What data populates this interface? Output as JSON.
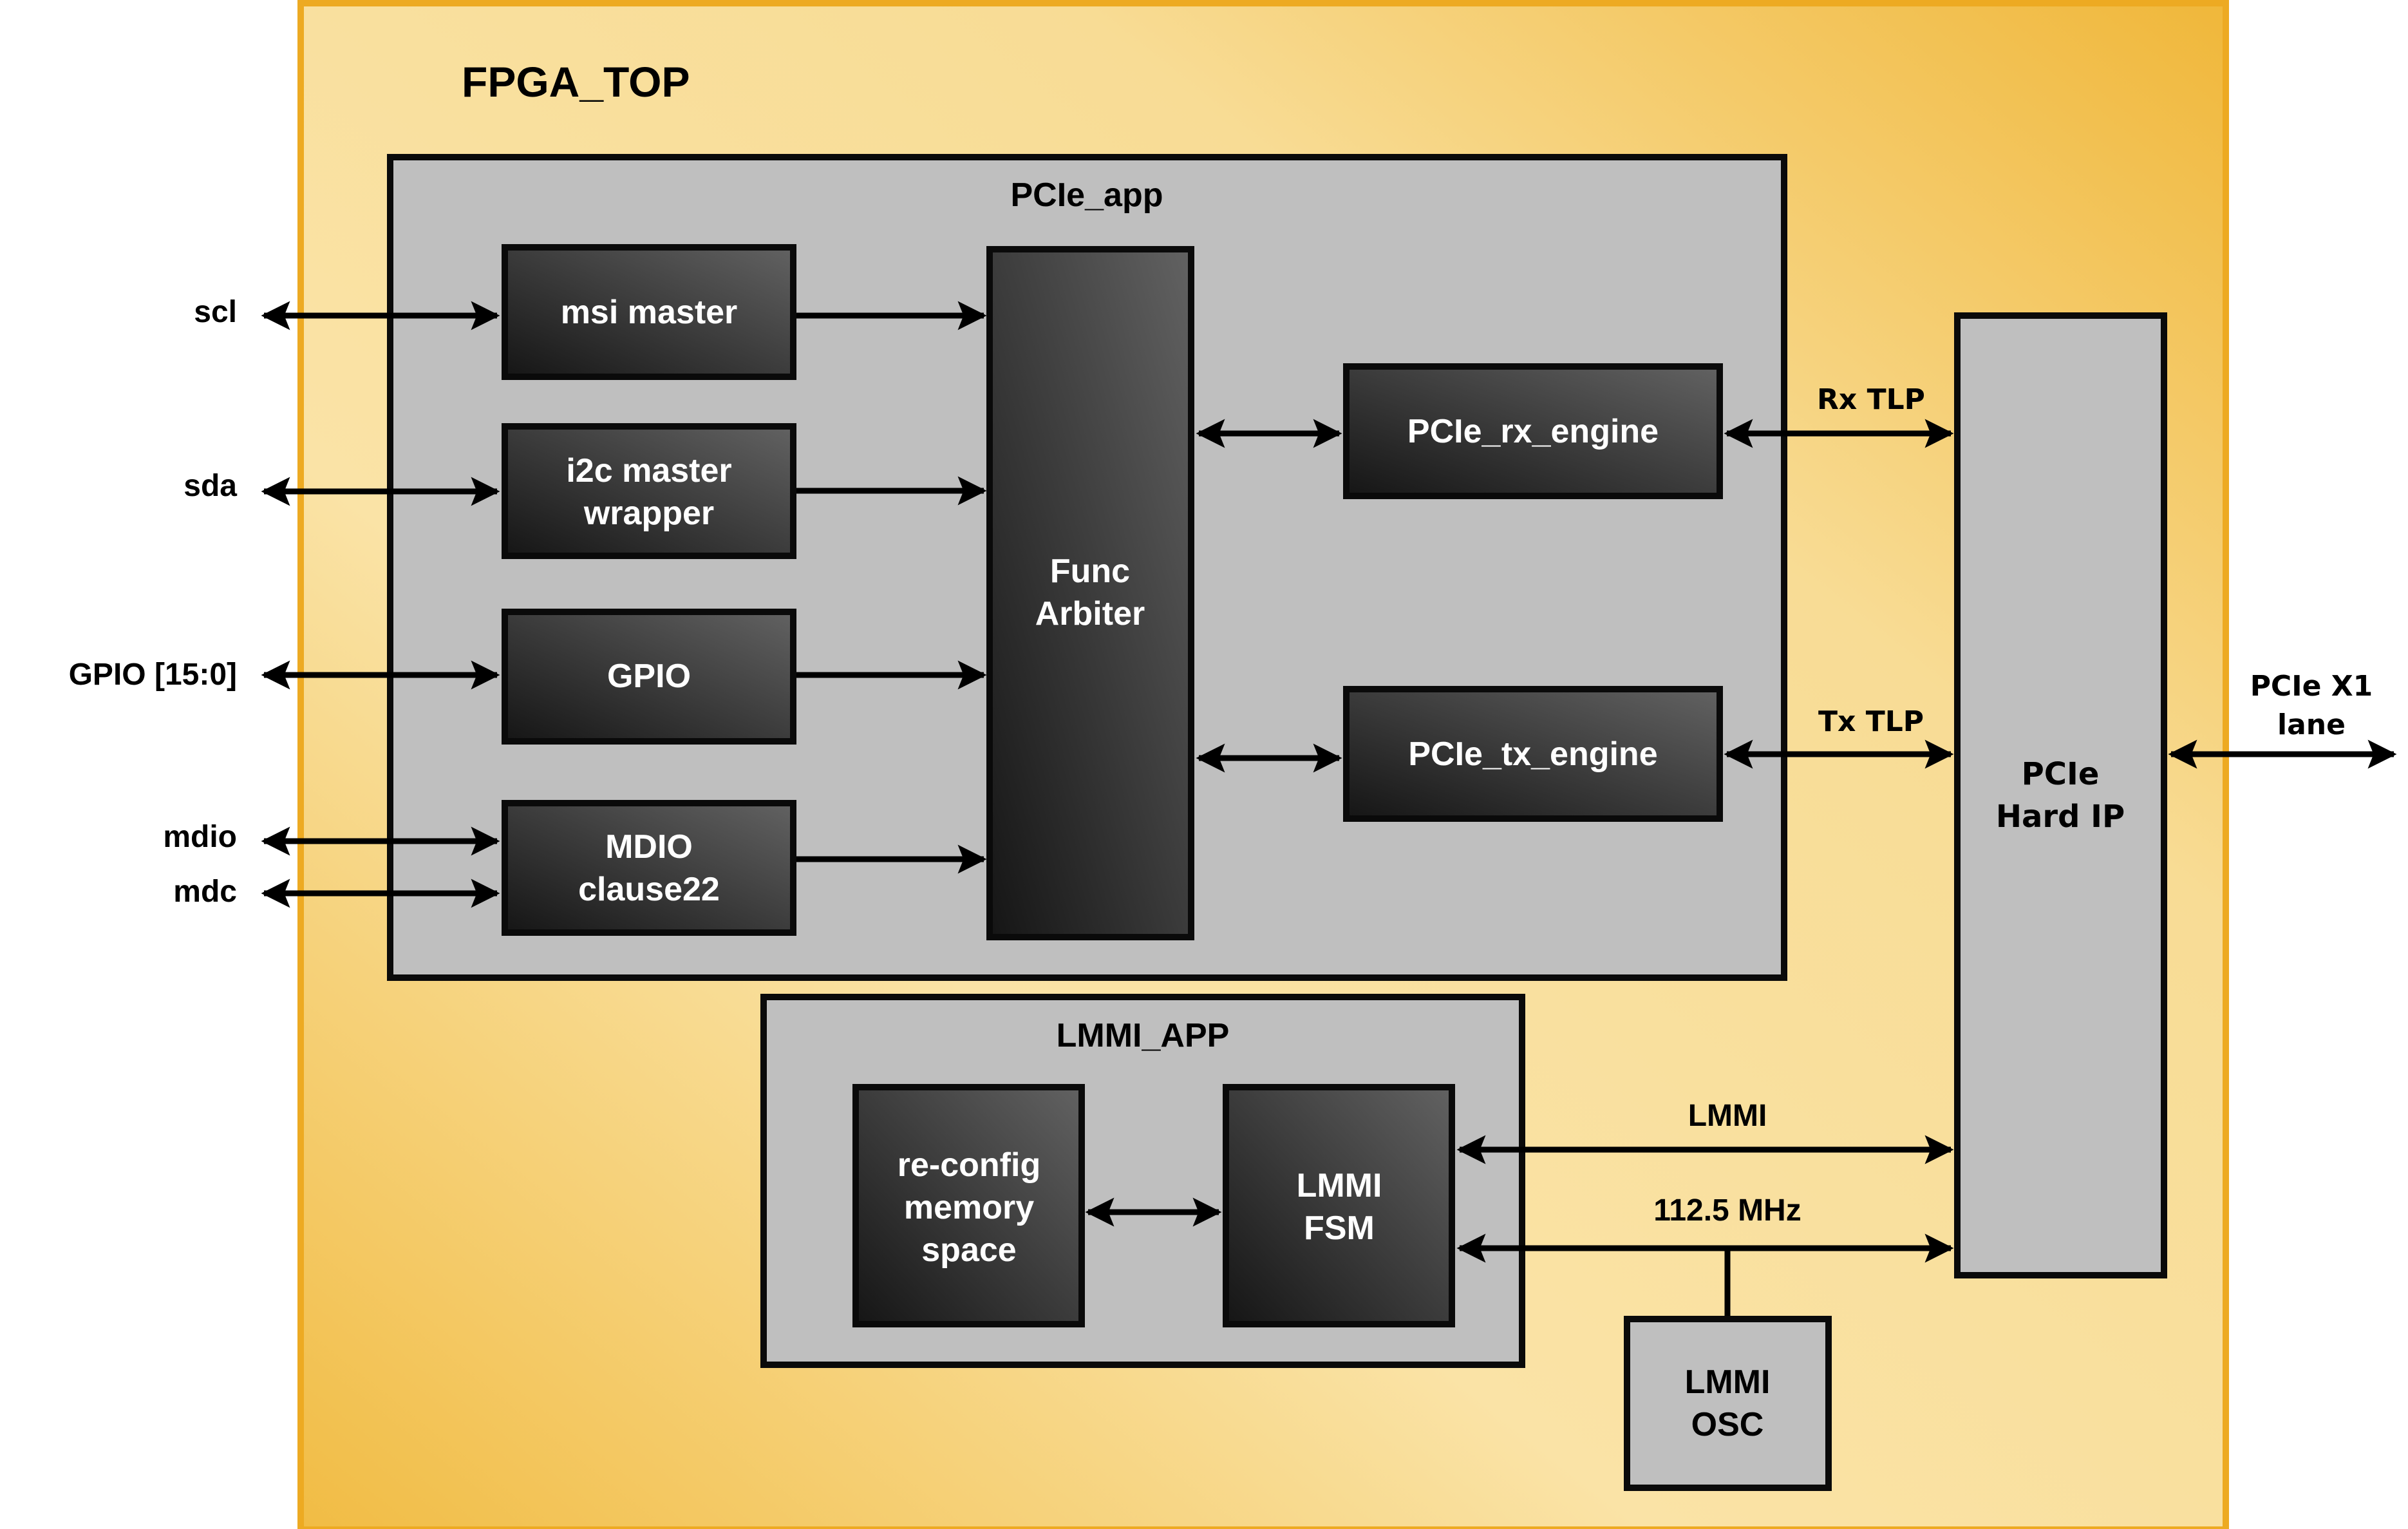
{
  "title": "FPGA_TOP",
  "colors": {
    "outer_border": "#EDAA22",
    "outer_fill_light": "#FAE3A6",
    "outer_fill_dark": "#F0B83A",
    "container_fill": "#BFBFBF",
    "block_dark": "#1A1A1A",
    "block_light": "#5E5E5E",
    "line": "#000000"
  },
  "containers": {
    "pcie_app": "PCIe_app",
    "lmmi_app": "LMMI_APP"
  },
  "blocks": {
    "msi_master": [
      "msi master"
    ],
    "i2c_master": [
      "i2c master",
      "wrapper"
    ],
    "gpio": [
      "GPIO"
    ],
    "mdio": [
      "MDIO",
      "clause22"
    ],
    "func_arbiter": [
      "Func",
      "Arbiter"
    ],
    "rx_engine": [
      "PCIe_rx_engine"
    ],
    "tx_engine": [
      "PCIe_tx_engine"
    ],
    "hard_ip": [
      "PCIe",
      "Hard IP"
    ],
    "reconfig_mem": [
      "re-config",
      "memory",
      "space"
    ],
    "lmmi_fsm": [
      "LMMI",
      "FSM"
    ],
    "lmmi_osc": [
      "LMMI",
      "OSC"
    ]
  },
  "signals": {
    "scl": "scl",
    "sda": "sda",
    "gpio": "GPIO [15:0]",
    "mdio": "mdio",
    "mdc": "mdc",
    "rx_tlp": "Rx TLP",
    "tx_tlp": "Tx TLP",
    "lmmi": "LMMI",
    "clock": "112.5 MHz",
    "pcie_lane": [
      "PCIe X1",
      "lane"
    ]
  }
}
